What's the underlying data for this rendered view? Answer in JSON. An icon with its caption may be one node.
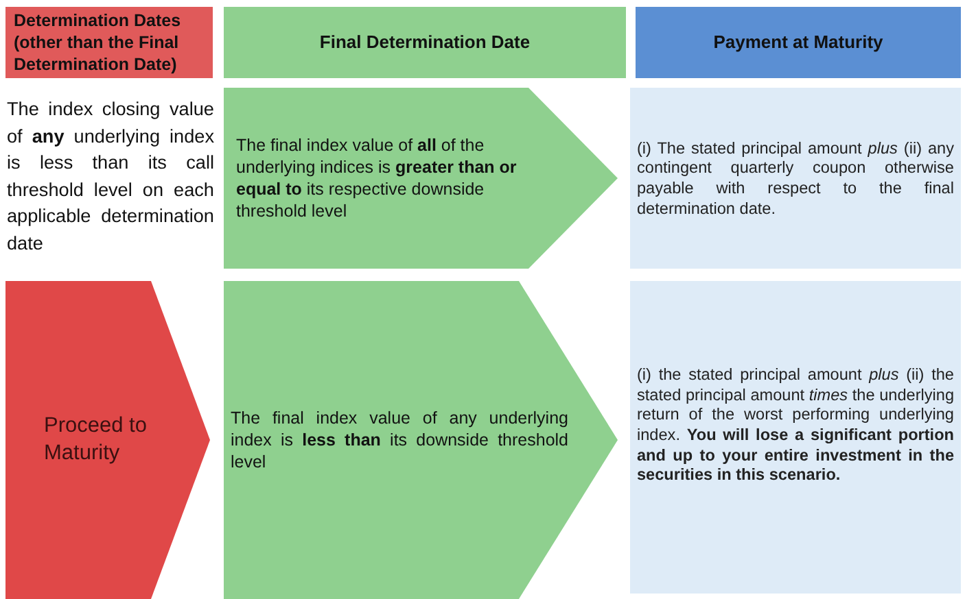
{
  "diagram": {
    "nodes": [
      {
        "text": [
          "Determination Dates (other than the Final Determination Date)"
        ]
      },
      {
        "text": [
          "Final Determination Date"
        ]
      },
      {
        "text": [
          "Payment at Maturity"
        ]
      },
      {
        "text": [
          "The final index value of **all** of the underlying indices is **greater than or equal to** its respective downside threshold level"
        ]
      },
      {
        "text": [
          "(i) The stated principal amount *plus* (ii) any contingent quarterly coupon otherwise payable with respect to the final determination date."
        ]
      },
      {
        "text": [
          "Proceed to Maturity"
        ]
      },
      {
        "text": [
          "The final index value of any underlying index is **less than** its downside threshold level"
        ]
      },
      {
        "text": [
          "(i) the stated principal amount *plus* (ii) the stated principal amount *times* the underlying return of the worst performing underlying index. **You will lose a significant portion and up to your entire investment in the securities in this scenario.**"
        ]
      }
    ],
    "labels": [
      "The index closing value of **any** underlying index is less than its call threshold level on each applicable determination date"
    ]
  }
}
